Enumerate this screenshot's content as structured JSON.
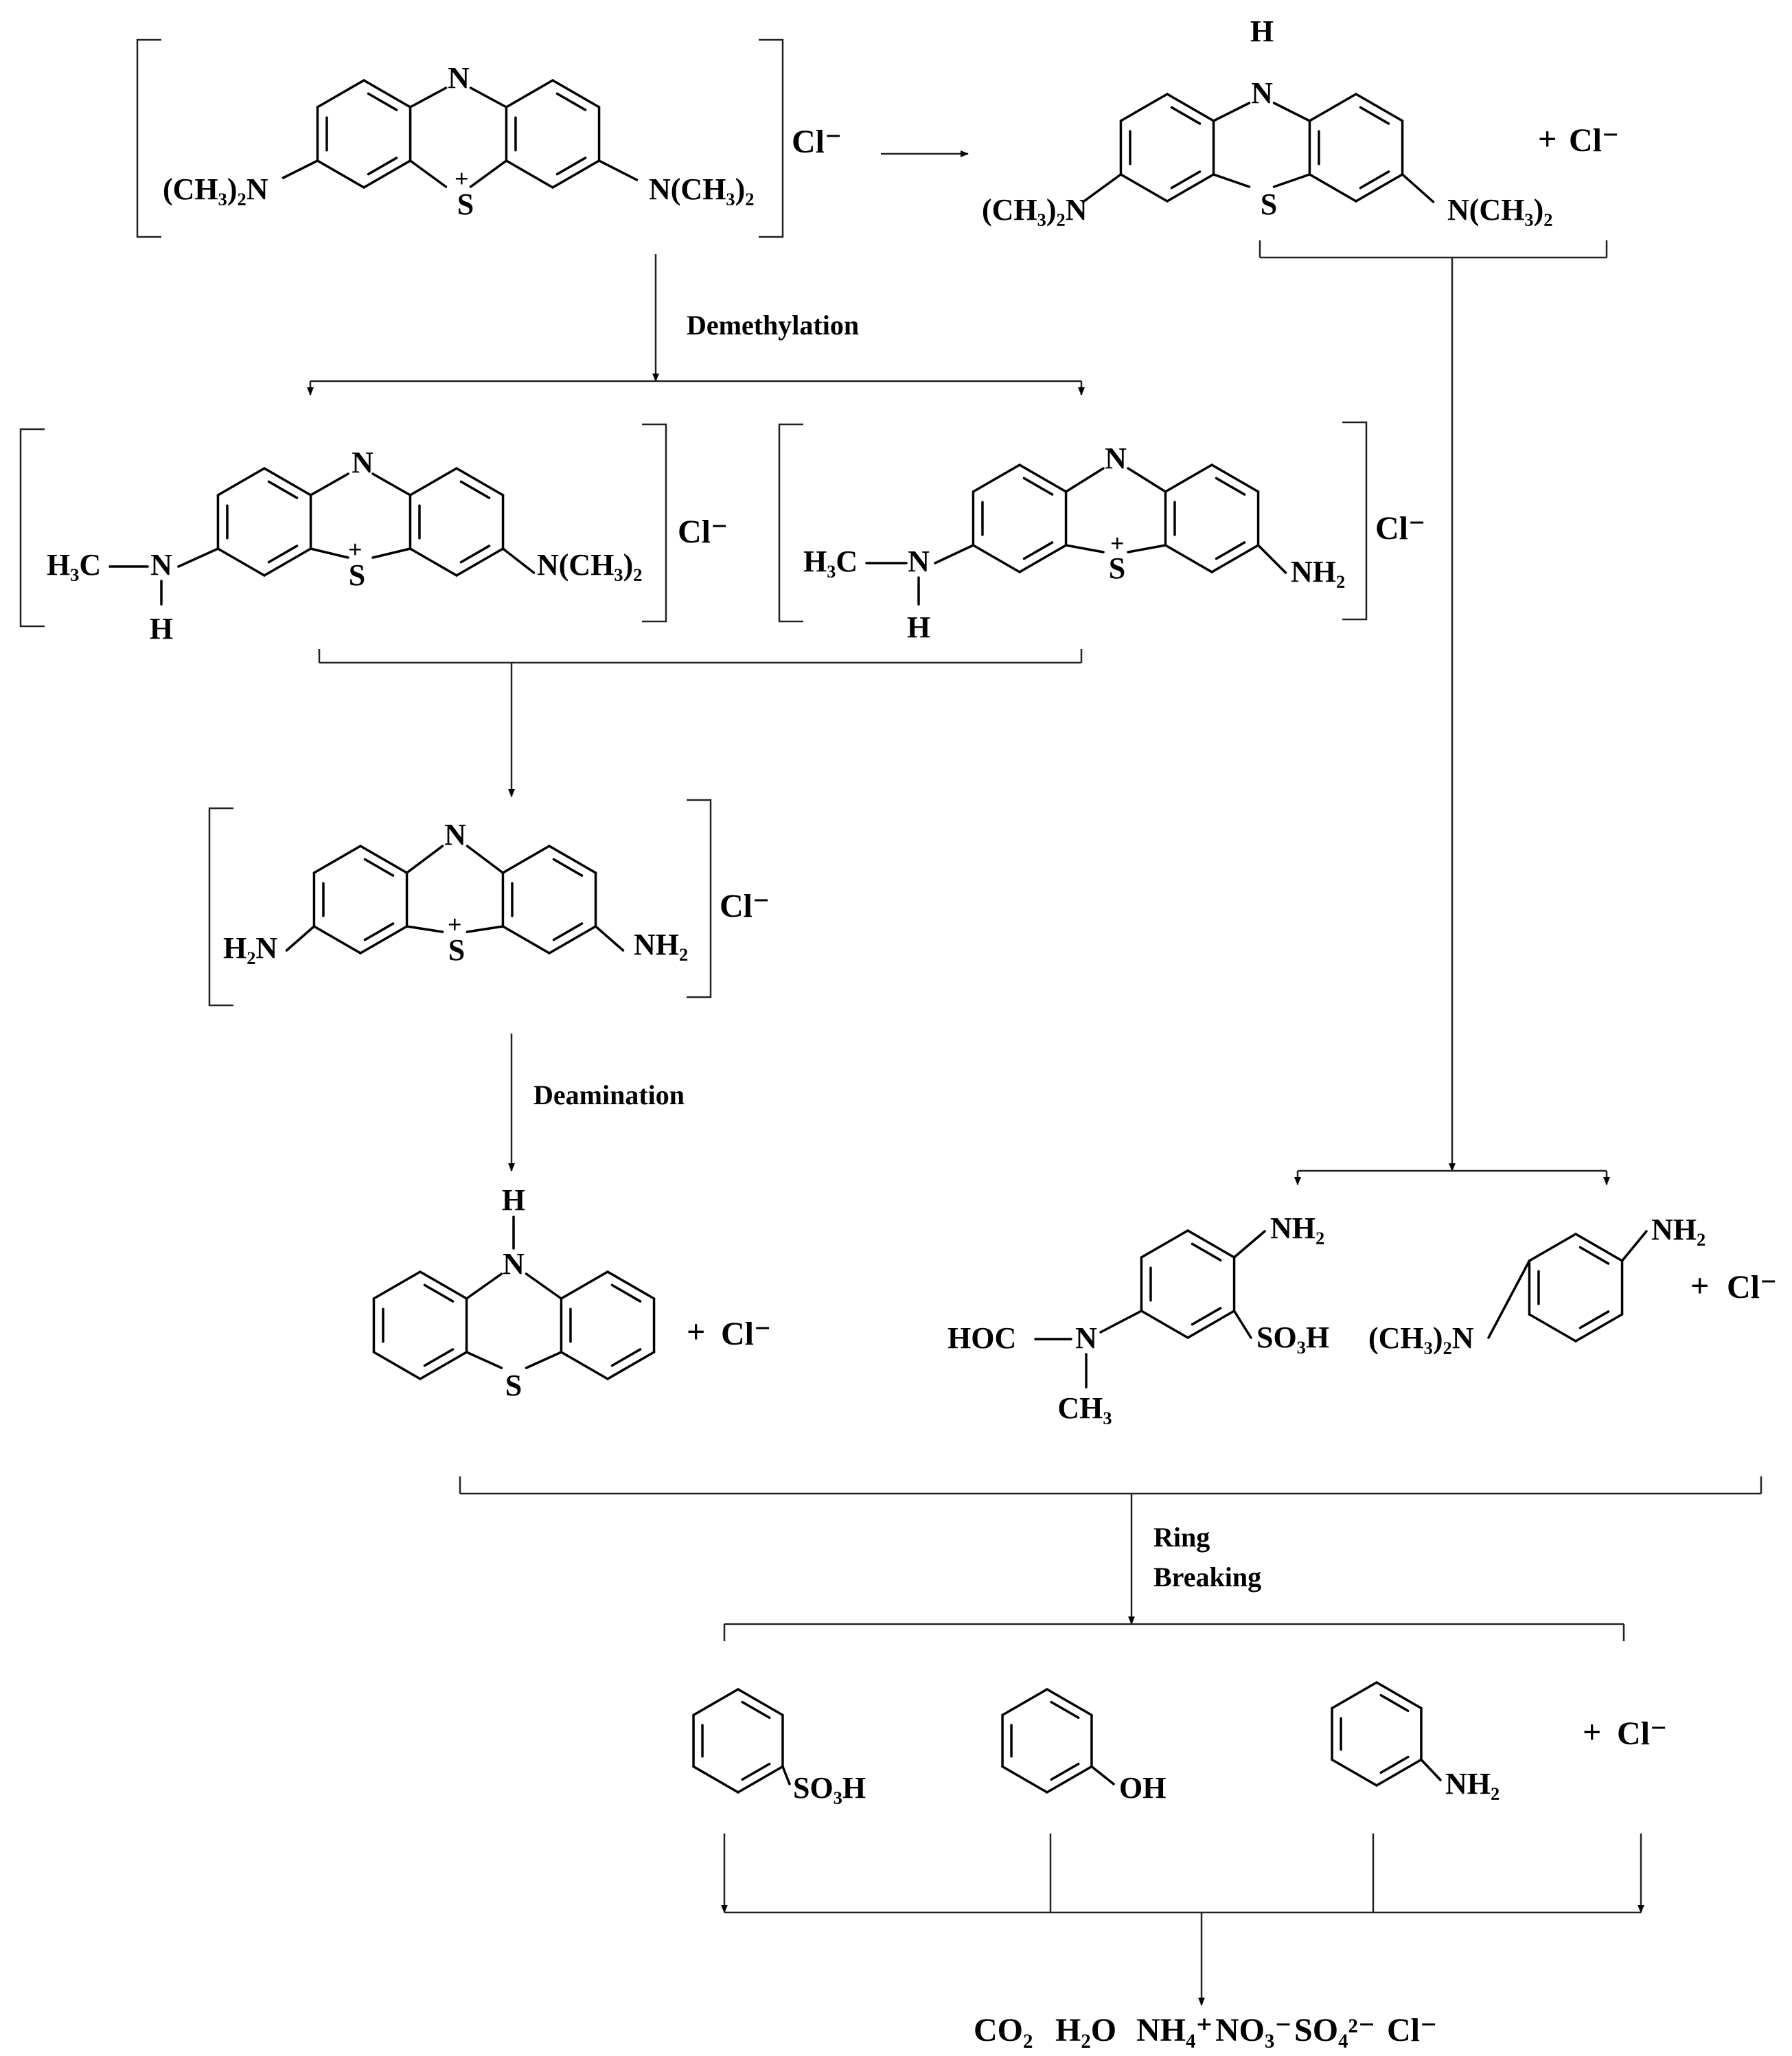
{
  "steps": {
    "demethylation": "Demethylation",
    "deamination": "Deamination",
    "ring_breaking_1": "Ring",
    "ring_breaking_2": "Breaking"
  },
  "labels": {
    "n_me2": "N(CH₃)₂",
    "me2_n": "(CH₃)₂N",
    "h3c": "H₃C",
    "n": "N",
    "h": "H",
    "s": "S",
    "plus": "+",
    "nh2": "NH₂",
    "h2n": "H₂N",
    "cl_minus": "Cl⁻",
    "hoc": "HOC",
    "ch3": "CH₃",
    "so3h": "SO₃H",
    "oh": "OH"
  },
  "products": {
    "co2": "CO₂",
    "h2o": "H₂O",
    "nh4": "NH₄⁺",
    "no3": "NO₃⁻",
    "so4": "SO₄²⁻",
    "cl": "Cl⁻"
  }
}
